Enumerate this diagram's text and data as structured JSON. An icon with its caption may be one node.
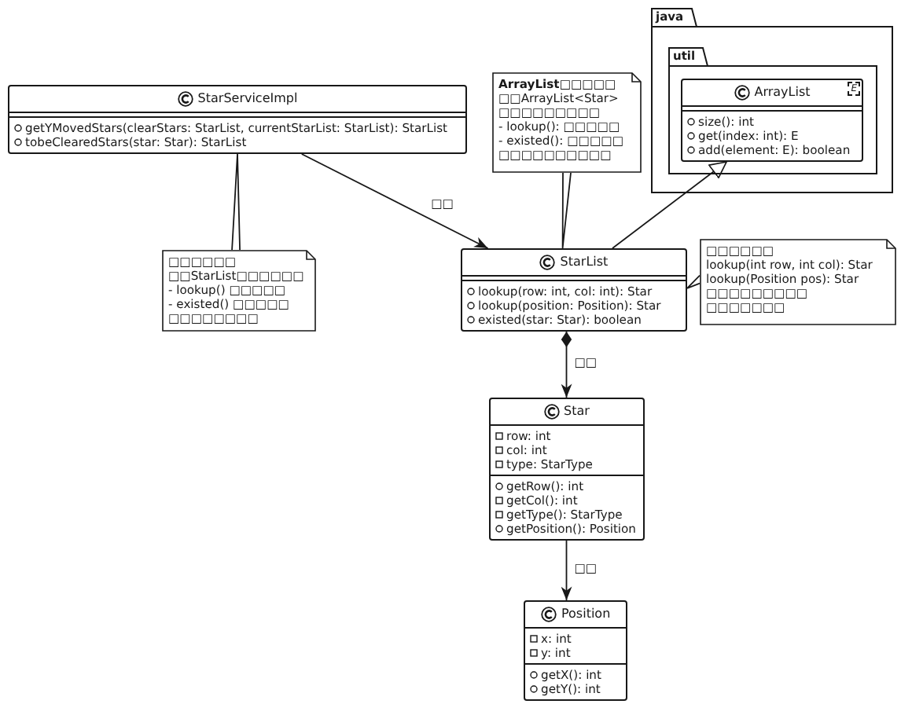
{
  "diagram": {
    "nodes": [
      {
        "text": [
          "StarServiceImpl",
          "getYMovedStars(clearStars: StarList, currentStarList: StarList): StarList",
          "tobeClearedStars(star: Star): StarList"
        ]
      },
      {
        "text": [
          "**ArrayList**□□□□□",
          "□□ArrayList<Star>",
          "□□□□□□□□□",
          "- lookup(): □□□□□",
          "- existed(): □□□□□",
          "□□□□□□□□□□"
        ]
      },
      {
        "text": [
          "java"
        ]
      },
      {
        "text": [
          "util"
        ],
        "in": 2
      },
      {
        "text": [
          "ArrayList",
          "E",
          "size(): int",
          "get(index: int): E",
          "add(element: E): boolean"
        ],
        "in": 3
      },
      {
        "text": [
          "□□□□□□",
          "□□StarList□□□□□□",
          "- lookup() □□□□□",
          "- existed() □□□□□",
          "□□□□□□□□"
        ]
      },
      {
        "text": [
          "StarList",
          "lookup(row: int, col: int): Star",
          "lookup(position: Position): Star",
          "existed(star: Star): boolean"
        ]
      },
      {
        "text": [
          "□□□□□□",
          "lookup(int row, int col): Star",
          "lookup(Position pos): Star",
          "□□□□□□□□□",
          "□□□□□□□"
        ]
      },
      {
        "text": [
          "Star",
          "row: int",
          "col: int",
          "type: StarType",
          "getRow(): int",
          "getCol(): int",
          "getType(): StarType",
          "getPosition(): Position"
        ]
      },
      {
        "text": [
          "Position",
          "x: int",
          "y: int",
          "getX(): int",
          "getY(): int"
        ]
      }
    ],
    "edges": [
      {
        "from": 0,
        "to": 6,
        "arrow": "to",
        "label": "□□"
      },
      {
        "from": 5,
        "to": 0,
        "arrow": "none"
      },
      {
        "from": 1,
        "to": 6,
        "arrow": "none"
      },
      {
        "from": 6,
        "to": 4,
        "arrow": "to"
      },
      {
        "from": 7,
        "to": 6,
        "arrow": "none"
      },
      {
        "from": 6,
        "to": 8,
        "arrow": "to",
        "label": "□□"
      },
      {
        "from": 8,
        "to": 9,
        "arrow": "to",
        "label": "□□"
      }
    ]
  }
}
